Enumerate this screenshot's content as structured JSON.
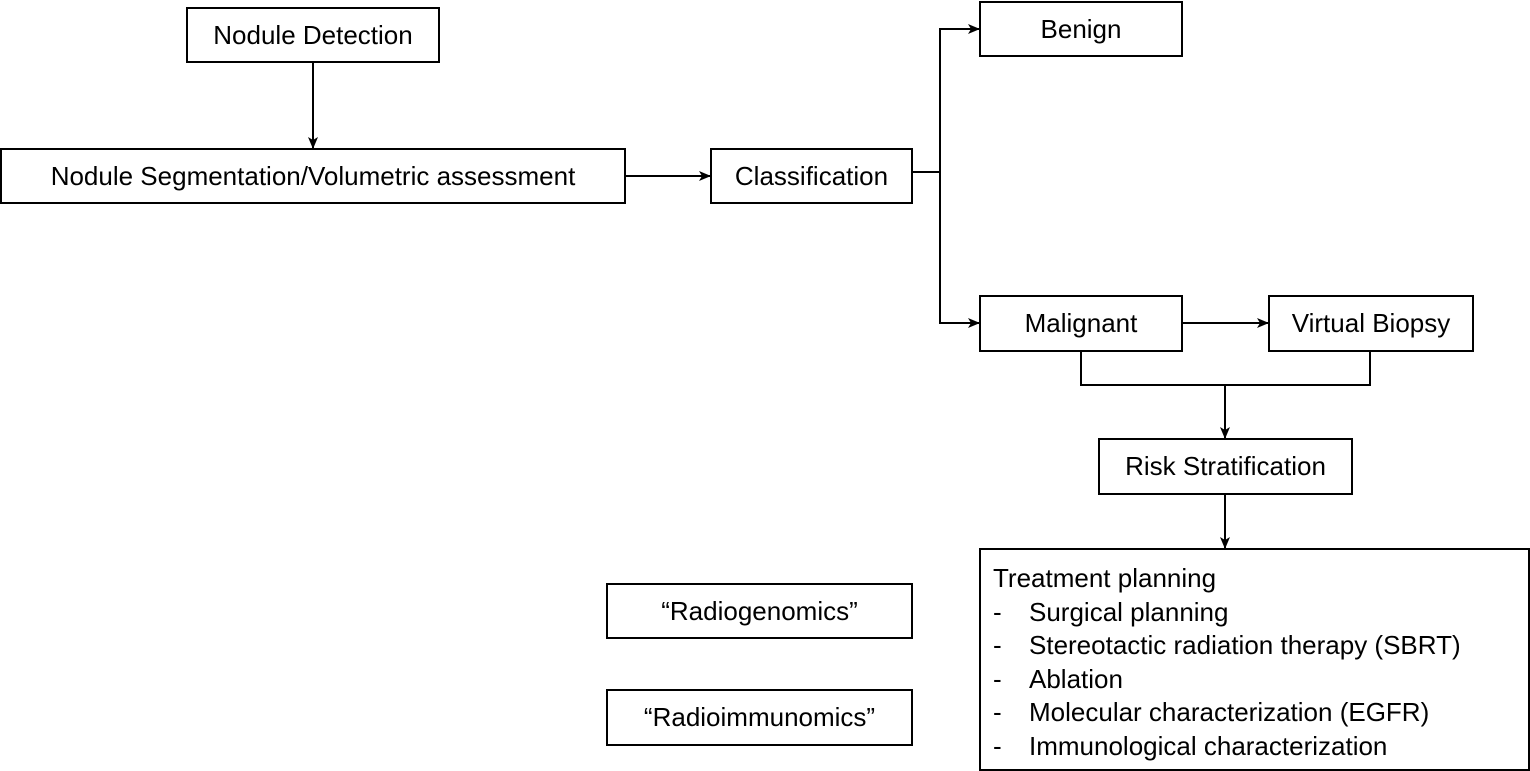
{
  "nodes": {
    "detection": "Nodule Detection",
    "segmentation": "Nodule Segmentation/Volumetric assessment",
    "classification": "Classification",
    "benign": "Benign",
    "malignant": "Malignant",
    "virtual_biopsy": "Virtual Biopsy",
    "risk": "Risk Stratification",
    "radiogenomics": "“Radiogenomics”",
    "radioimmunomics": "“Radioimmunomics”"
  },
  "treatment": {
    "title": "Treatment planning",
    "bullet": "-",
    "items": [
      "Surgical planning",
      "Stereotactic radiation therapy (SBRT)",
      "Ablation",
      "Molecular characterization (EGFR)",
      "Immunological characterization"
    ]
  }
}
